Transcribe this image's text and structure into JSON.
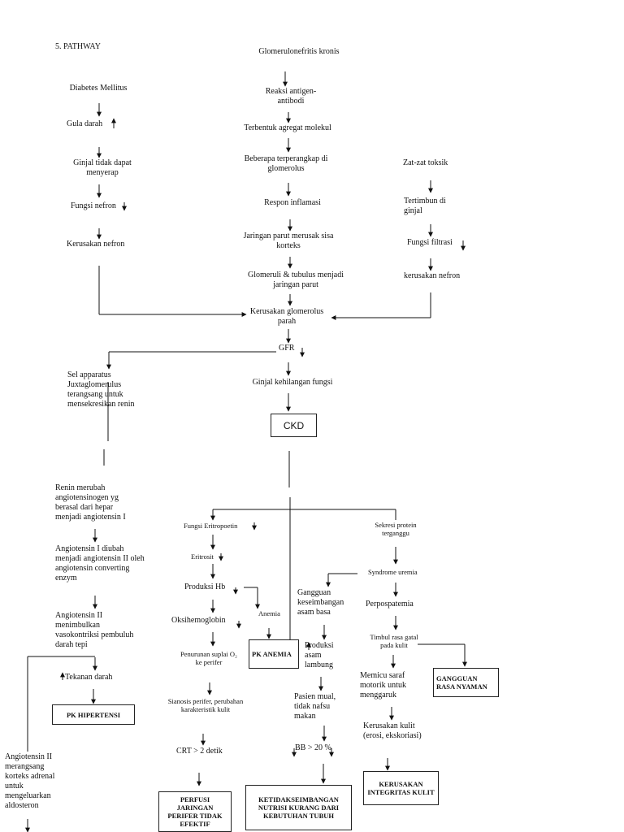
{
  "header": {
    "section": "5.  PATHWAY"
  },
  "mid": {
    "glomerulo": "Glomerulonefritis kronis",
    "reaksi": "Reaksi antigen-antibodi",
    "agregat": "Terbentuk agregat molekul",
    "terperangkap": "Beberapa terperangkap di glomerolus",
    "respon": "Respon inflamasi",
    "jaringan_parut": "Jaringan parut merusak sisa korteks",
    "glomeruli": "Glomeruli & tubulus menjadi jaringan parut",
    "kerusakan_glom": "Kerusakan glomerolus parah",
    "gfr": "GFR",
    "ginjal_kehilangan": "Ginjal kehilangan fungsi",
    "ckd": "CKD"
  },
  "left": {
    "dm": "Diabetes Mellitus",
    "gula": "Gula darah",
    "ginjal_tidak": "Ginjal tidak dapat menyerap",
    "fungsi_nefron": "Fungsi nefron",
    "kerusakan_nefron": "Kerusakan nefron"
  },
  "right": {
    "zat": "Zat-zat  toksik",
    "tertimbun": "Tertimbun di ginjal",
    "filtrasi": "Fungsi filtrasi",
    "kerusakan_nefron": "kerusakan nefron"
  },
  "renin": {
    "sel": "Sel apparatus Juxtaglomerulus terangsang untuk mensekresikan renin",
    "renin_ubah": "Renin merubah angiotensinogen yg berasal dari hepar menjadi angiotensin I",
    "ang1": "Angiotensin I diubah menjadi angiotensin II oleh angiotensin converting enzym",
    "ang2": "Angiotensin II menimbulkan vasokontriksi pembuluh darah tepi",
    "tekanan": "Tekanan darah",
    "pk_hipertensi": "PK HIPERTENSI",
    "ang2_adrenal": "Angiotensin II merangsang korteks adrenal untuk mengeluarkan aldosteron"
  },
  "eritro": {
    "fungsi": "Fungsi Eritropoetin",
    "eritrosit": "Eritrosit",
    "hb": "Produksi Hb",
    "anemia": "Anemia",
    "pk_anemia": "PK ANEMIA",
    "oksi": "Oksihemoglobin",
    "suplai": "Penurunan suplai O₂ ke perifer",
    "sianosis": "Sianosis perifer, perubahan karakteristik kulit",
    "crt": "CRT > 2 detik",
    "perfusi": "PERFUSI JARINGAN PERIFER TIDAK EFEKTIF"
  },
  "asam": {
    "gangguan": "Gangguan keseimbangan asam basa",
    "produksi": "Produksi asam lambung",
    "pasien": "Pasien mual, tidak nafsu makan",
    "bb": "BB > 20 %",
    "nutrisi": "KETIDAKSEIMBANGAN NUTRISI KURANG DARI KEBUTUHAN TUBUH"
  },
  "uremia": {
    "sekresi": "Sekresi protein terganggu",
    "syndrome": "Syndrome uremia",
    "perpos": "Perpospatemia",
    "timbul": "Timbul rasa gatal pada kulit",
    "memicu": "Memicu saraf motorik untuk menggaruk",
    "rasa_nyaman": "GANGGUAN RASA NYAMAN",
    "kerusakan_kulit": "Kerusakan kulit (erosi, ekskoriasi)",
    "integritas": "KERUSAKAN INTEGRITAS KULIT"
  }
}
